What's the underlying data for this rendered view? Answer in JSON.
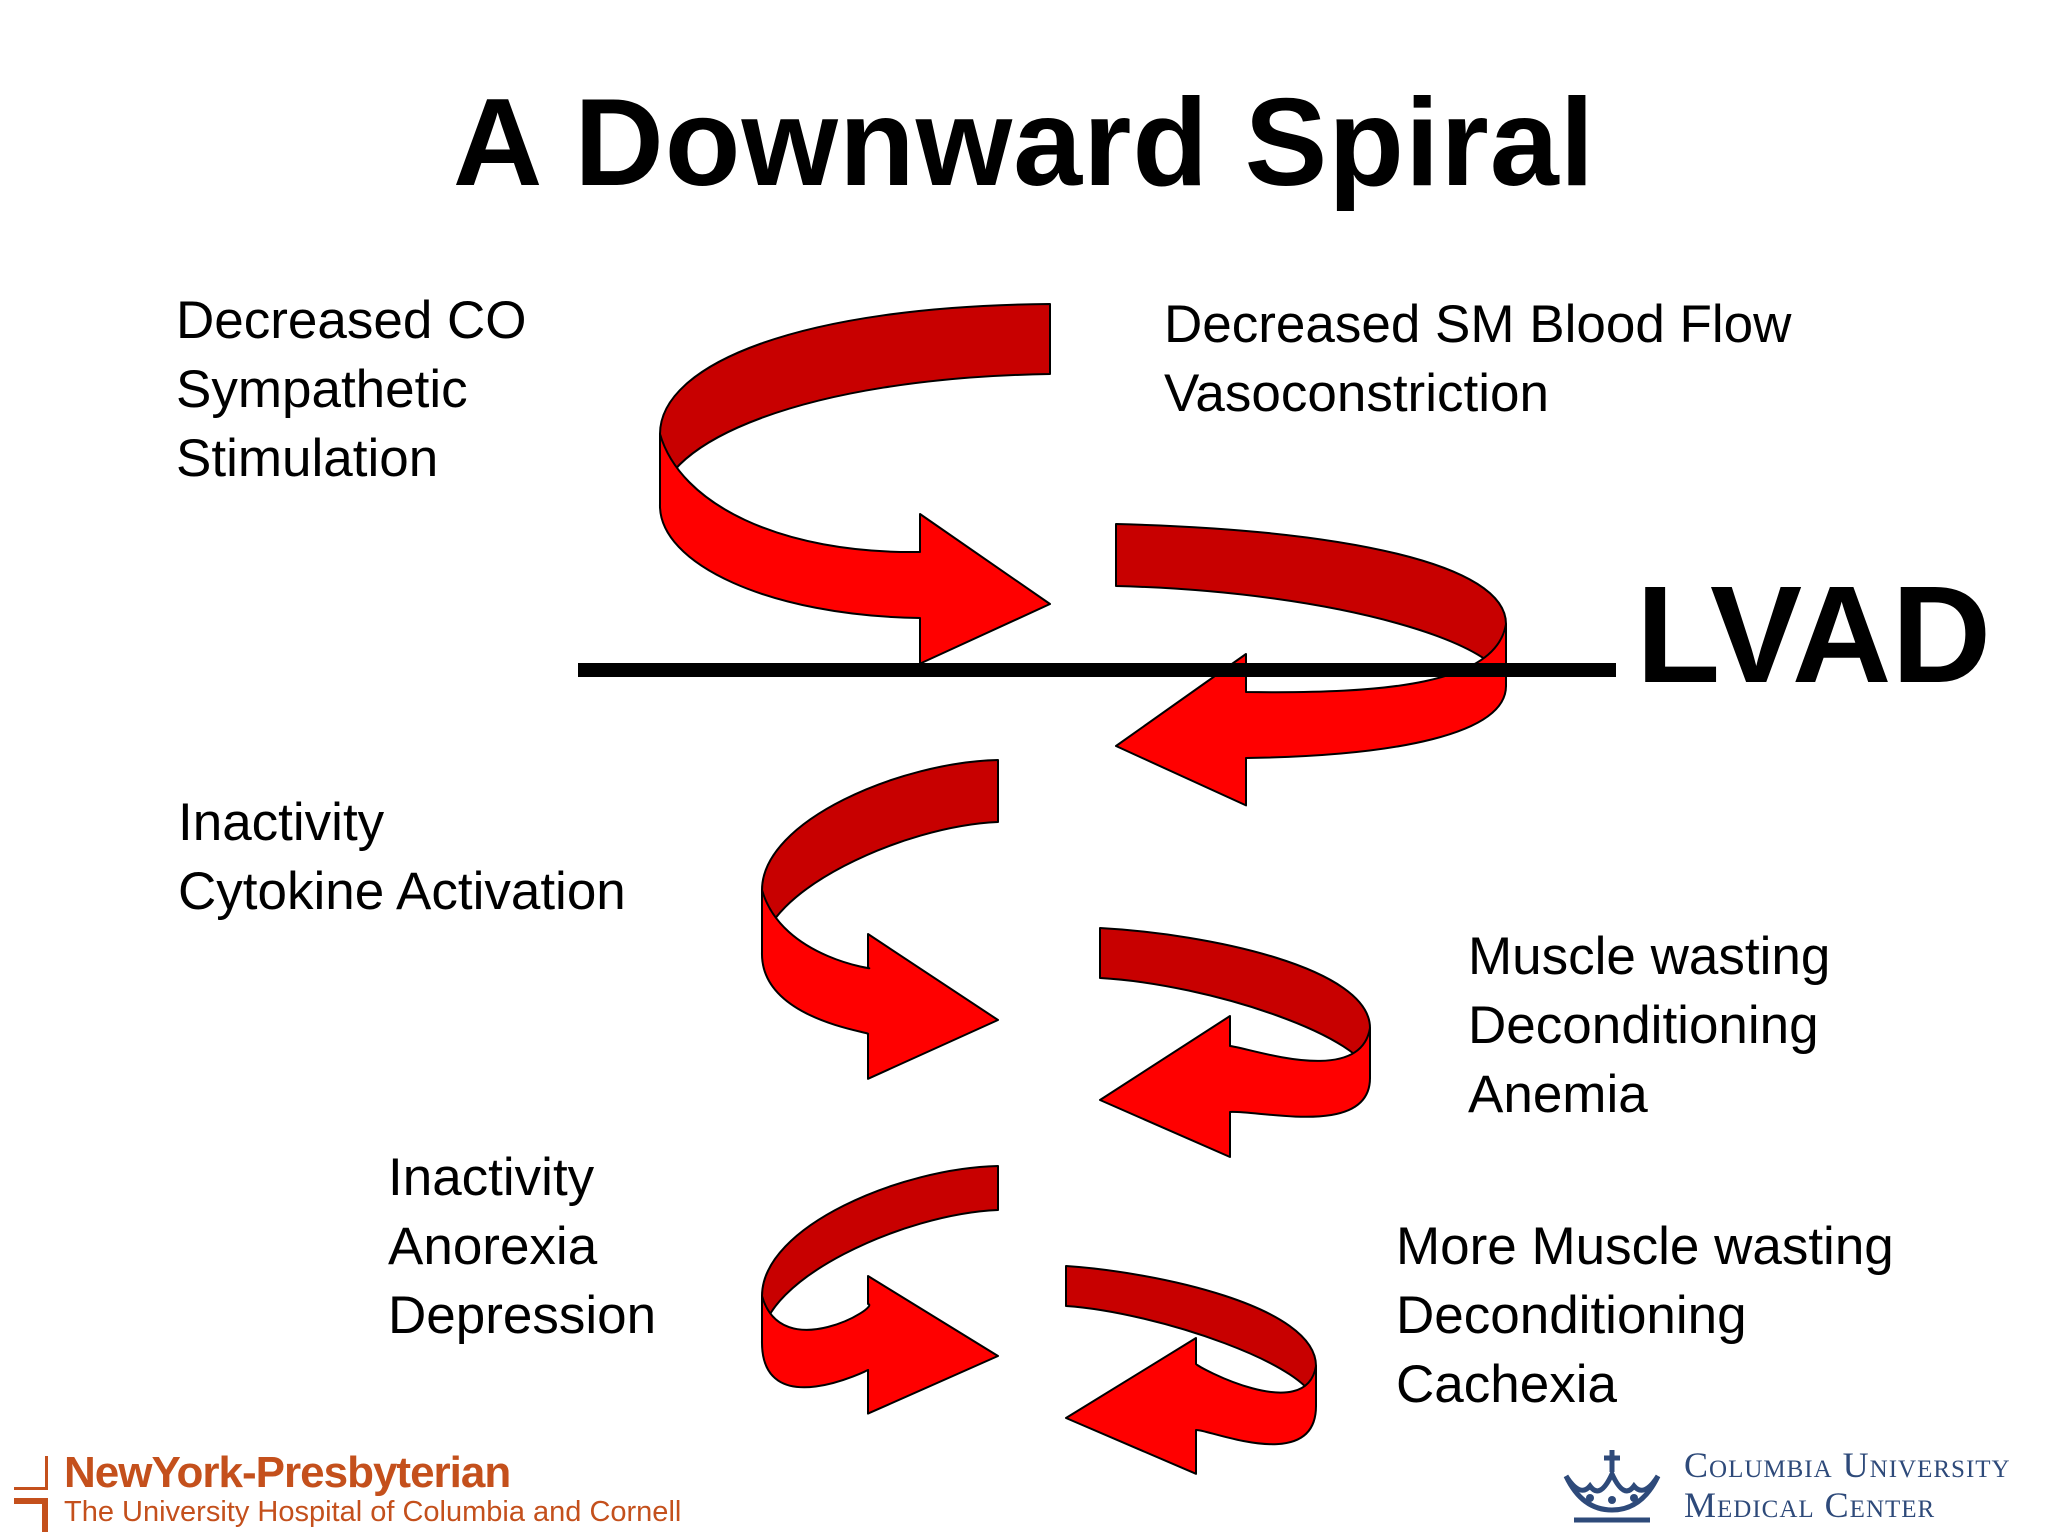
{
  "slide": {
    "title": "A Downward Spiral",
    "lvad_label": "LVAD"
  },
  "labels": {
    "top_left": [
      "Decreased CO",
      "Sympathetic",
      "Stimulation"
    ],
    "top_right": [
      "Decreased SM Blood Flow",
      "Vasoconstriction"
    ],
    "mid_left": [
      "Inactivity",
      "Cytokine Activation"
    ],
    "mid_right": [
      "Muscle wasting",
      "Deconditioning",
      "Anemia"
    ],
    "low_left": [
      "Inactivity",
      "Anorexia",
      "Depression"
    ],
    "low_right": [
      "More Muscle wasting",
      "Deconditioning",
      "Cachexia"
    ]
  },
  "logos": {
    "nyp_name": "NewYork-Presbyterian",
    "nyp_sub": "The University Hospital of Columbia and Cornell",
    "cumc_line1": "Columbia University",
    "cumc_line2": "Medical Center"
  },
  "colors": {
    "arrow_light": "#ff0000",
    "arrow_dark": "#c80000",
    "nyp": "#c4501c",
    "cumc": "#2e4a7a"
  }
}
